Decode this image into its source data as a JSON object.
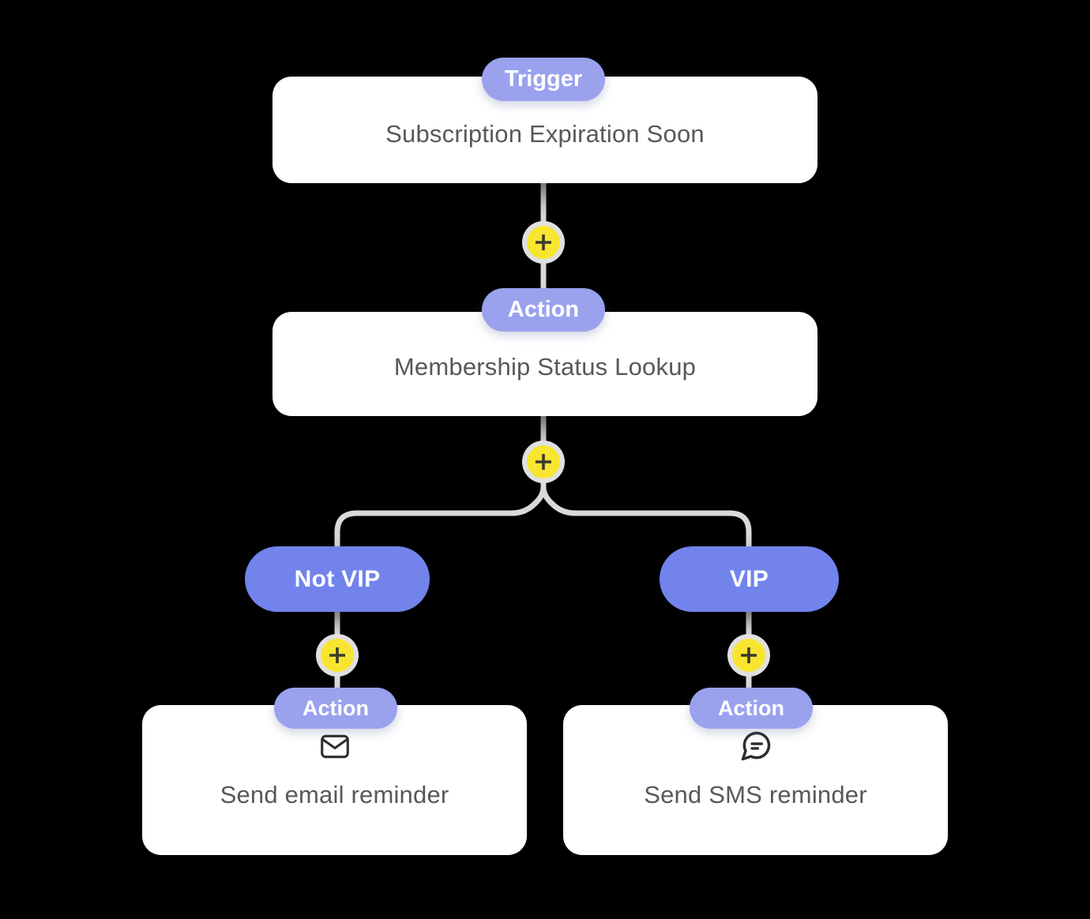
{
  "colors": {
    "background": "#000000",
    "card_bg": "#FFFFFF",
    "badge_bg": "#9AA2EE",
    "pill_bg": "#7283EB",
    "connector": "#D9D9D9",
    "plus_ring": "#E0E0E0",
    "plus_bg": "#F8E52F",
    "plus_sign": "#3A3A30",
    "title_text": "#57585A",
    "badge_text": "#FFFFFF"
  },
  "nodes": {
    "trigger": {
      "badge": "Trigger",
      "title": "Subscription Expiration Soon"
    },
    "lookup": {
      "badge": "Action",
      "title": "Membership Status Lookup"
    },
    "email": {
      "badge": "Action",
      "title": "Send email reminder",
      "icon": "mail-icon"
    },
    "sms": {
      "badge": "Action",
      "title": "Send SMS reminder",
      "icon": "chat-bubble-icon"
    }
  },
  "branch_labels": {
    "left": "Not VIP",
    "right": "VIP"
  },
  "plus_button": {
    "symbol": "+",
    "count": 4
  }
}
